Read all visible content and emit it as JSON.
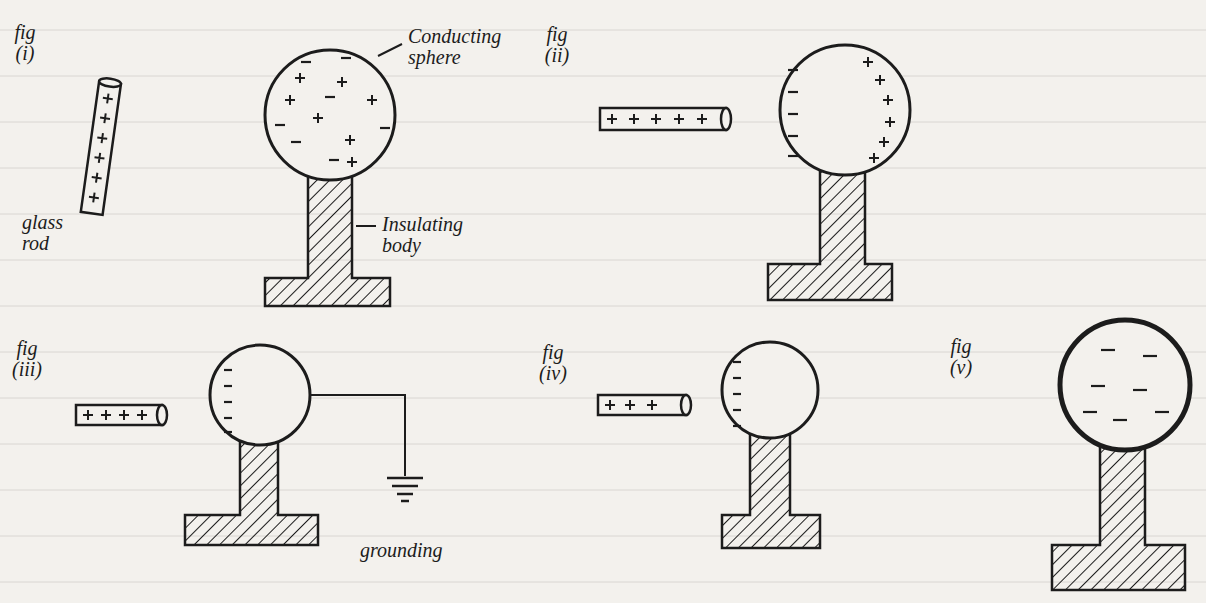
{
  "diagram": {
    "labels": [
      "fig (i)",
      "Conducting sphere",
      "fig (ii)",
      "glass rod",
      "Insulating body",
      "fig (iii)",
      "fig (iv)",
      "fig (v)",
      "grounding"
    ]
  }
}
